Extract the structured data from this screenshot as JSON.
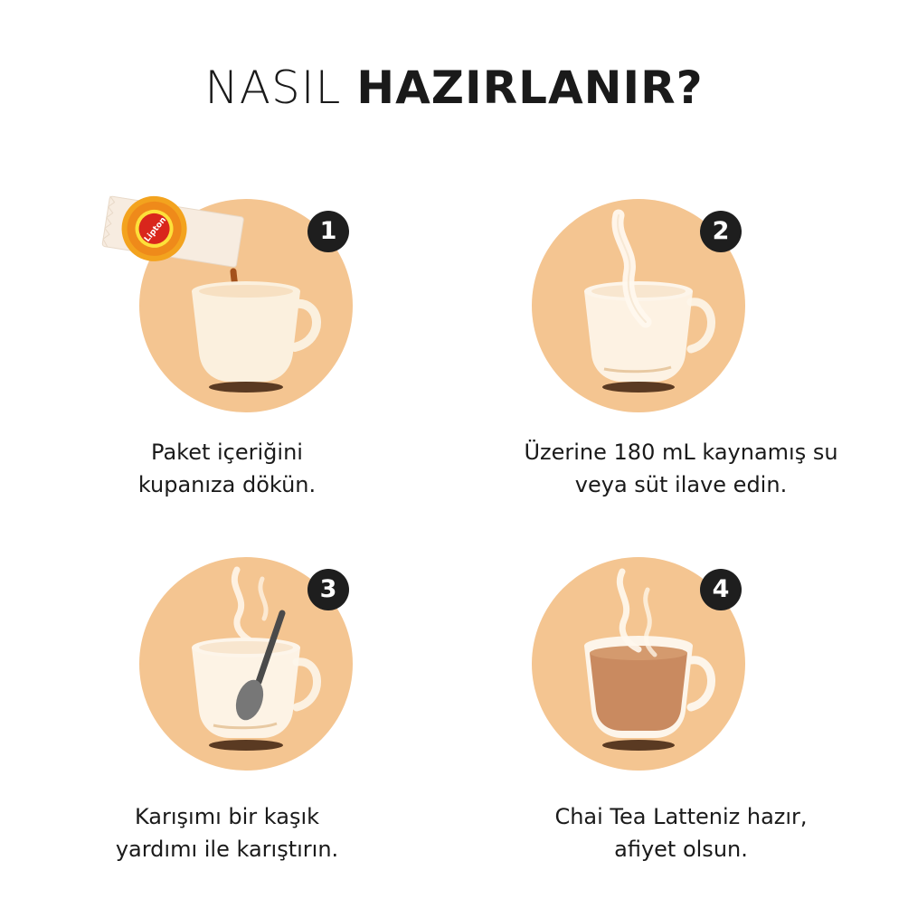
{
  "title": {
    "light": "NASIL",
    "bold": "HAZIRLANIR?"
  },
  "colors": {
    "circle": "#f4c591",
    "badge": "#1e1e1e",
    "tea": "#c98a60",
    "cup_cream": "#fbf0de",
    "cup_clear": "#fdf5ea"
  },
  "steps": [
    {
      "number": "1",
      "icon": "sachet-pour-cup-icon",
      "line1": "Paket içeriğini",
      "line2": "kupanıza dökün.",
      "brand": "Lipton"
    },
    {
      "number": "2",
      "icon": "cup-hot-water-icon",
      "line1": "Üzerine 180 mL kaynamış su",
      "line2": "veya süt ilave edin."
    },
    {
      "number": "3",
      "icon": "cup-spoon-stir-icon",
      "line1": "Karışımı bir kaşık",
      "line2": "yardımı ile karıştırın."
    },
    {
      "number": "4",
      "icon": "cup-chai-latte-icon",
      "line1": "Chai Tea Latteniz hazır,",
      "line2": "afiyet olsun."
    }
  ]
}
